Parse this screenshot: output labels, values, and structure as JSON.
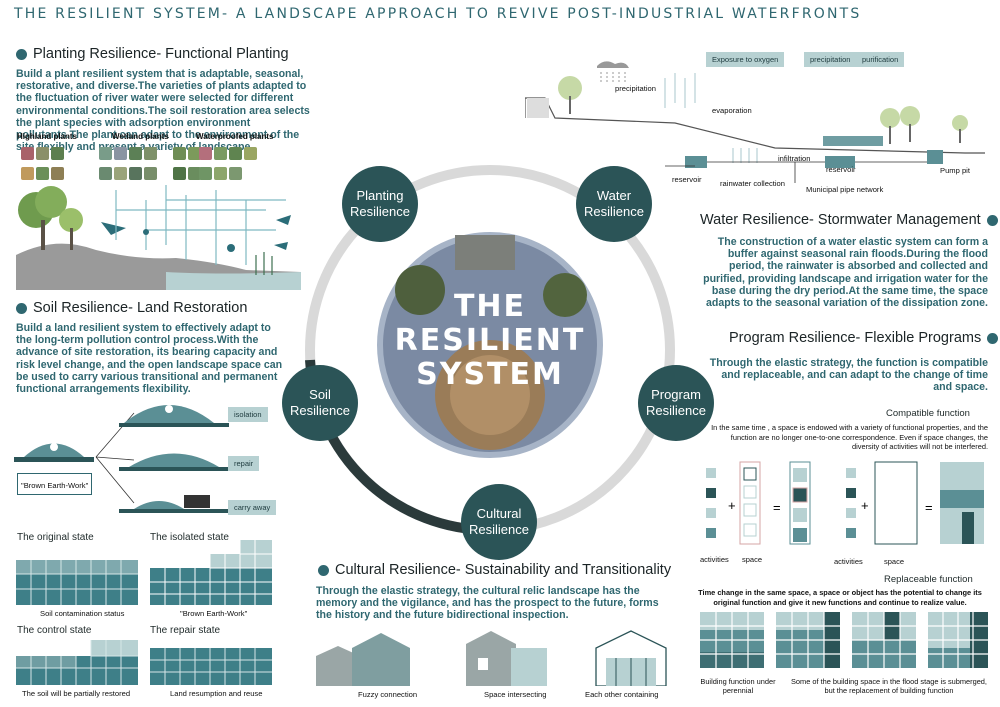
{
  "title": "THE RESILIENT SYSTEM- A LANDSCAPE APPROACH TO REVIVE POST-INDUSTRIAL WATERFRONTS",
  "center": {
    "line1": "THE",
    "line2": "RESILIENT",
    "line3": "SYSTEM"
  },
  "nodes": {
    "planting": "Planting Resilience",
    "water": "Water Resilience",
    "soil": "Soil Resilience",
    "program": "Program Resilience",
    "cultural": "Cultural Resilience"
  },
  "planting": {
    "heading": "Planting Resilience- Functional Planting",
    "body": "Build a plant resilient system that is adaptable, seasonal, restorative, and diverse.The varieties of plants adapted to the fluctuation of river water were selected for different environmental conditions.The soil restoration area selects the plant species with adsorption environment pollutants.The plant can adapt to the environment of the site flexibly and present a variety of landscape.",
    "labels": [
      "Highland plants",
      "Wetland plants",
      "Waterproofed plants"
    ]
  },
  "soil": {
    "heading": "Soil Resilience- Land Restoration",
    "body": "Build a land resilient system to effectively adapt to the long-term pollution control process.With the advance of site restoration, its bearing capacity and risk level change, and the open landscape space can be used to carry various transitional and permanent functional arrangements flexibility.",
    "brown": "\"Brown Earth-Work\"",
    "steps": [
      "isolation",
      "repair",
      "carry away"
    ],
    "states": {
      "original": "The original state",
      "isolated": "The isolated state",
      "control": "The control state",
      "repair": "The repair state",
      "cap_original": "Soil contamination status",
      "cap_isolated": "\"Brown Earth-Work\"",
      "cap_control": "The soil will be partially restored",
      "cap_repair": "Land resumption and reuse"
    }
  },
  "water": {
    "heading": "Water Resilience- Stormwater Management",
    "body": "The construction of a water elastic system can form a buffer against seasonal rain floods.During the flood period, the rainwater is absorbed and collected and purified, providing landscape and irrigation water for the base during the dry period.At the same time, the space adapts to the seasonal variation of the dissipation zone.",
    "tags": [
      "Exposure to oxygen",
      "precipitation",
      "purification"
    ],
    "labels": {
      "precipitation": "precipitation",
      "evaporation": "evaporation",
      "infiltration": "infiltration",
      "reservoir1": "reservoir",
      "rainwater": "rainwater collection",
      "reservoir2": "reservoir",
      "municipal": "Municipal pipe network",
      "pump": "Pump pit"
    }
  },
  "program": {
    "heading": "Program Resilience- Flexible Programs",
    "body": "Through the elastic strategy, the function is compatible and replaceable, and can adapt to the change of time and space.",
    "compatible_title": "Compatible function",
    "compatible_desc": "In the same time , a space is endowed with a variety of functional properties, and the function are no longer one-to-one correspondence. Even if space changes, the diversity of activities will not be interfered.",
    "activities": "activities",
    "space": "space",
    "replaceable_title": "Replaceable function",
    "replaceable_desc": "Time change in the same space, a space or object has the potential to change its original function and give it new functions and continue to realize value.",
    "cap1": "Building function under perennial",
    "cap2": "Some of the building space in the flood stage is submerged, but the replacement of building function"
  },
  "cultural": {
    "heading": "Cultural Resilience- Sustainability and Transitionality",
    "body": "Through the elastic strategy, the cultural relic landscape has the memory and the vigilance, and has the prospect to the future, forms the history and the future bidirectional inspection.",
    "caps": [
      "Fuzzy connection",
      "Space intersecting",
      "Each other containing"
    ]
  },
  "colors": {
    "accent": "#2f6770",
    "node": "#2b5457",
    "light": "#b7d1d2",
    "mid": "#5b8f95"
  }
}
